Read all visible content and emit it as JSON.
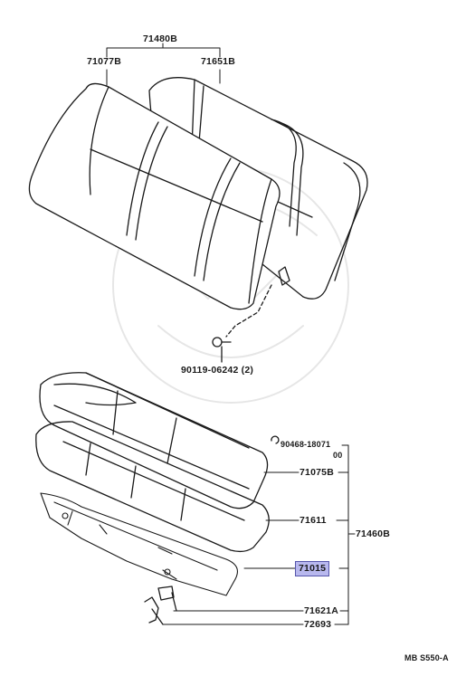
{
  "labels": {
    "upper_back_assy": "71480B",
    "left_back_cover": "71077B",
    "right_back_cover": "71651B",
    "bolt": "90119-06242 (2)",
    "clip_line1": "90468-18071",
    "clip_line2": "00",
    "cushion_cover": "71075B",
    "cushion_pad": "71611",
    "cushion_assy": "71460B",
    "cushion_frame": "71015",
    "bracket": "71621A",
    "hook": "72693"
  },
  "figure_id": "MB S550-A",
  "highlight_color": "#b8b8ee"
}
